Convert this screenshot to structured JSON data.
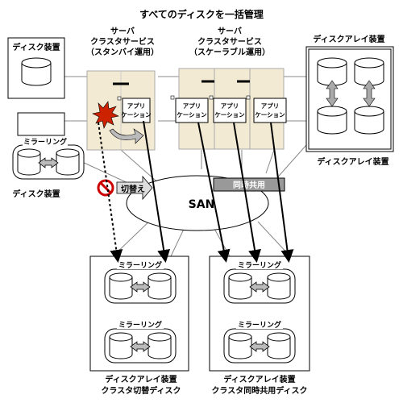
{
  "title": "すべてのディスクを一括管理",
  "left": {
    "disk_device_top": "ディスク装置",
    "disk_device_bottom": "ディスク装置",
    "mirroring": "ミラーリング"
  },
  "server_standby": {
    "line1": "サーバ",
    "line2": "クラスタサービス",
    "line3": "（スタンバイ運用）"
  },
  "server_scalable": {
    "line1": "サーバ",
    "line2": "クラスタサービス",
    "line3": "（スケーラブル運用）"
  },
  "app": {
    "line1": "アプリ",
    "line2": "ケーション"
  },
  "right_array": {
    "label_top": "ディスクアレイ装置",
    "label_bottom": "ディスクアレイ装置"
  },
  "san": {
    "label": "SAN",
    "switch": "切替え",
    "shared": "同時共用"
  },
  "bottom_left": {
    "mirror1": "ミラーリング",
    "mirror2": "ミラーリング",
    "caption1": "ディスクアレイ装置",
    "caption2": "クラスタ切替ディスク"
  },
  "bottom_right": {
    "mirror1": "ミラーリング",
    "mirror2": "ミラーリング",
    "caption1": "ディスクアレイ装置",
    "caption2": "クラスタ同時共用ディスク"
  }
}
